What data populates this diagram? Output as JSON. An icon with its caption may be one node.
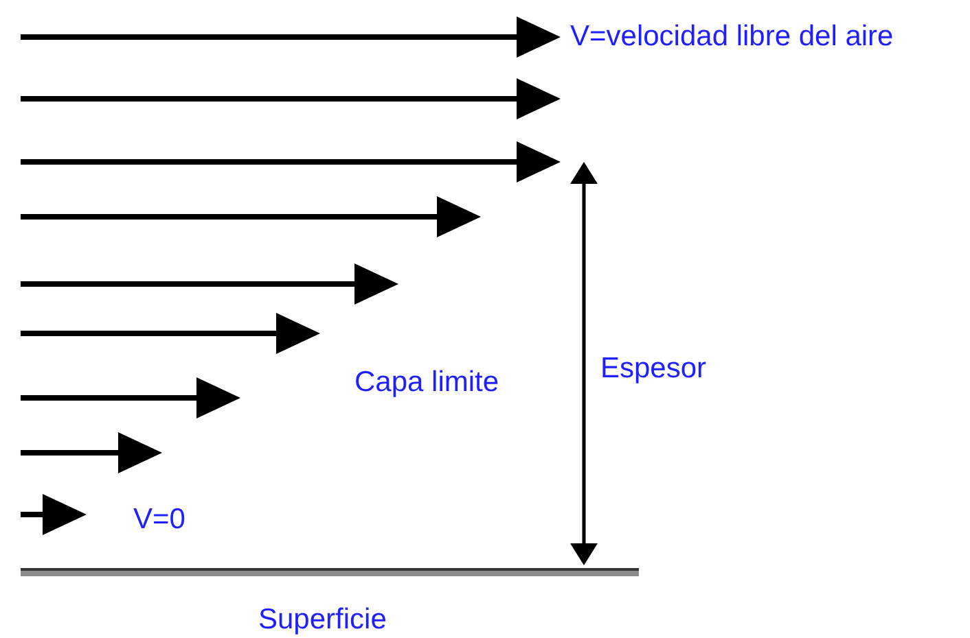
{
  "diagram": {
    "labels": [
      "V=velocidad libre del aire",
      "Capa limite",
      "Espesor",
      "V=0",
      "Superficie"
    ]
  }
}
